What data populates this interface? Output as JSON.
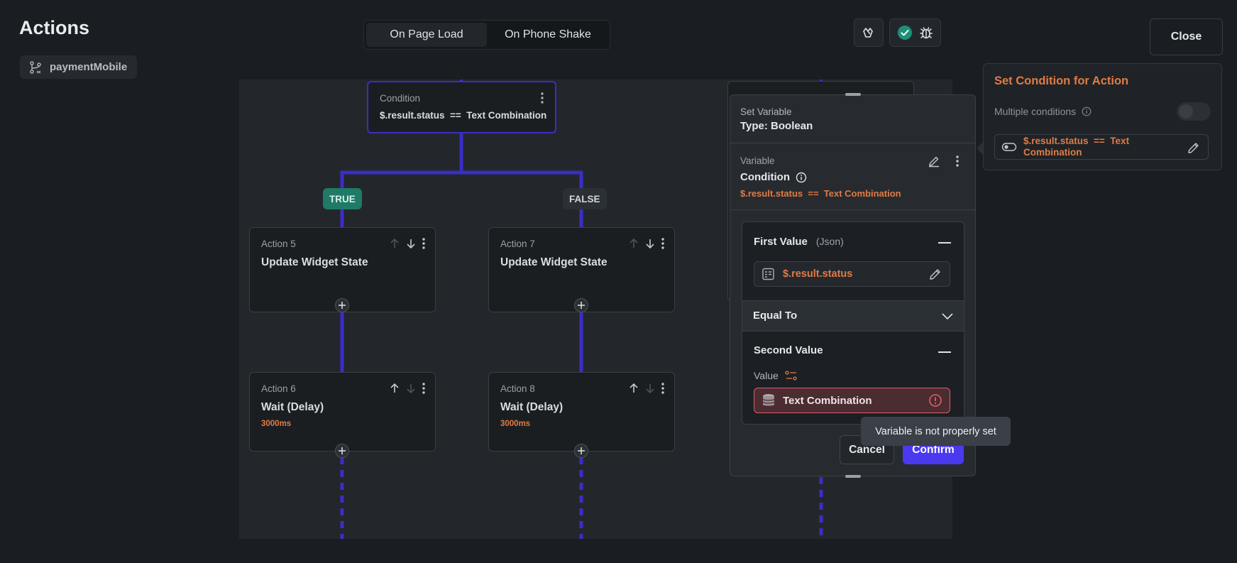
{
  "header": {
    "title": "Actions",
    "page_chip": "paymentMobile",
    "tabs": [
      "On Page Load",
      "On Phone Shake"
    ],
    "close_label": "Close"
  },
  "flow": {
    "condition": {
      "label": "Condition",
      "expression": "$.result.status  ==  Text Combination"
    },
    "branches": {
      "true_label": "TRUE",
      "false_label": "FALSE"
    },
    "actions": [
      {
        "header": "Action 5",
        "title": "Update Widget State",
        "sub": ""
      },
      {
        "header": "Action 7",
        "title": "Update Widget State",
        "sub": ""
      },
      {
        "header": "Action 6",
        "title": "Wait (Delay)",
        "sub": "3000ms"
      },
      {
        "header": "Action 8",
        "title": "Wait (Delay)",
        "sub": "3000ms"
      }
    ]
  },
  "dialog": {
    "set_variable_label": "Set Variable",
    "type_label": "Type: Boolean",
    "variable_label": "Variable",
    "condition_label": "Condition",
    "condition_expression": "$.result.status  ==  Text Combination",
    "first_value": {
      "label": "First Value",
      "type": "(Json)",
      "value": "$.result.status"
    },
    "operator": "Equal To",
    "second_value": {
      "label": "Second Value",
      "value_label": "Value",
      "value": "Text Combination"
    },
    "tooltip": "Variable is not properly set",
    "cancel_label": "Cancel",
    "confirm_label": "Confirm"
  },
  "right_panel": {
    "title": "Set Condition for Action",
    "multiple_conditions_label": "Multiple conditions",
    "multiple_conditions_enabled": false,
    "condition_line1": "$.result.status  ==  Text",
    "condition_line2": "Combination"
  },
  "colors": {
    "accent": "#4b39ef",
    "flow_line": "#3a2ec7",
    "orange": "#e07b45",
    "true_badge": "#1f7a66",
    "error": "#e35d6a"
  }
}
